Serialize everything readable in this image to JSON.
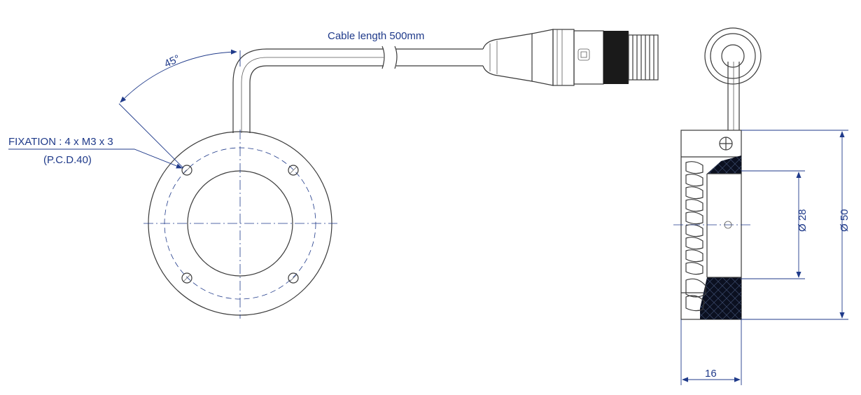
{
  "labels": {
    "cable_length": "Cable length 500mm",
    "angle": "45°",
    "fixation_line1": "FIXATION : 4 x M3 x 3",
    "fixation_line2": "(P.C.D.40)",
    "inner_diameter": "Ø 28",
    "outer_diameter": "Ø 50",
    "depth": "16"
  },
  "colors": {
    "dimension": "#1f3a8a",
    "outline": "#3a3a3a",
    "hatch": "#0b1020"
  }
}
